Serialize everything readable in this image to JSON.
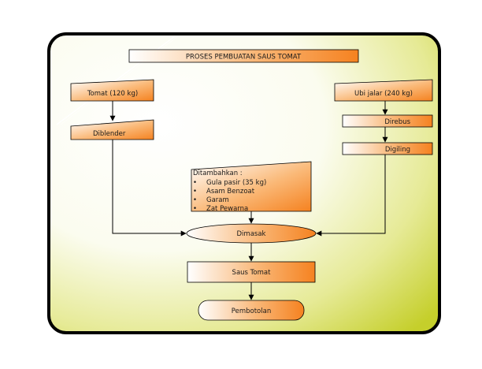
{
  "title": "PROSES PEMBUATAN SAUS TOMAT",
  "nodes": {
    "tomat": "Tomat (120 kg)",
    "ubi_jalar": "Ubi jalar (240 kg)",
    "direbus": "Direbus",
    "diblender": "Diblender",
    "digiling": "Digiling",
    "ditambahkan": "Ditambahkan :",
    "additives": [
      "Gula pasir (35 kg)",
      "Asam Benzoat",
      "Garam",
      "Zat Pewarna"
    ],
    "dimasak": "Dimasak",
    "saus_tomat": "Saus Tomat",
    "pembotolan": "Pembotolan"
  },
  "colors": {
    "box_fill_light": "#ffffff",
    "box_fill_dark": "#f58220",
    "bg_green": "#c5cf2b",
    "frame": "#000000"
  }
}
